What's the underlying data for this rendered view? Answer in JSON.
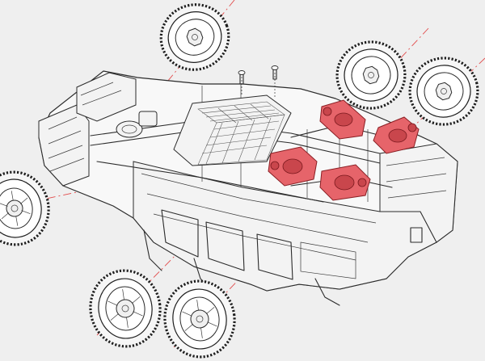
{
  "diagram": {
    "colors": {
      "background": "#efefef",
      "line": "#2b2b2b",
      "highlight": "#e6646a",
      "guide": "#e24a4a"
    },
    "parts": [
      "vehicle-body",
      "wheel",
      "gear-motor",
      "battery-compartment",
      "screw"
    ],
    "wheel_count": 6,
    "motor_count": 4,
    "screw_count": 2
  }
}
